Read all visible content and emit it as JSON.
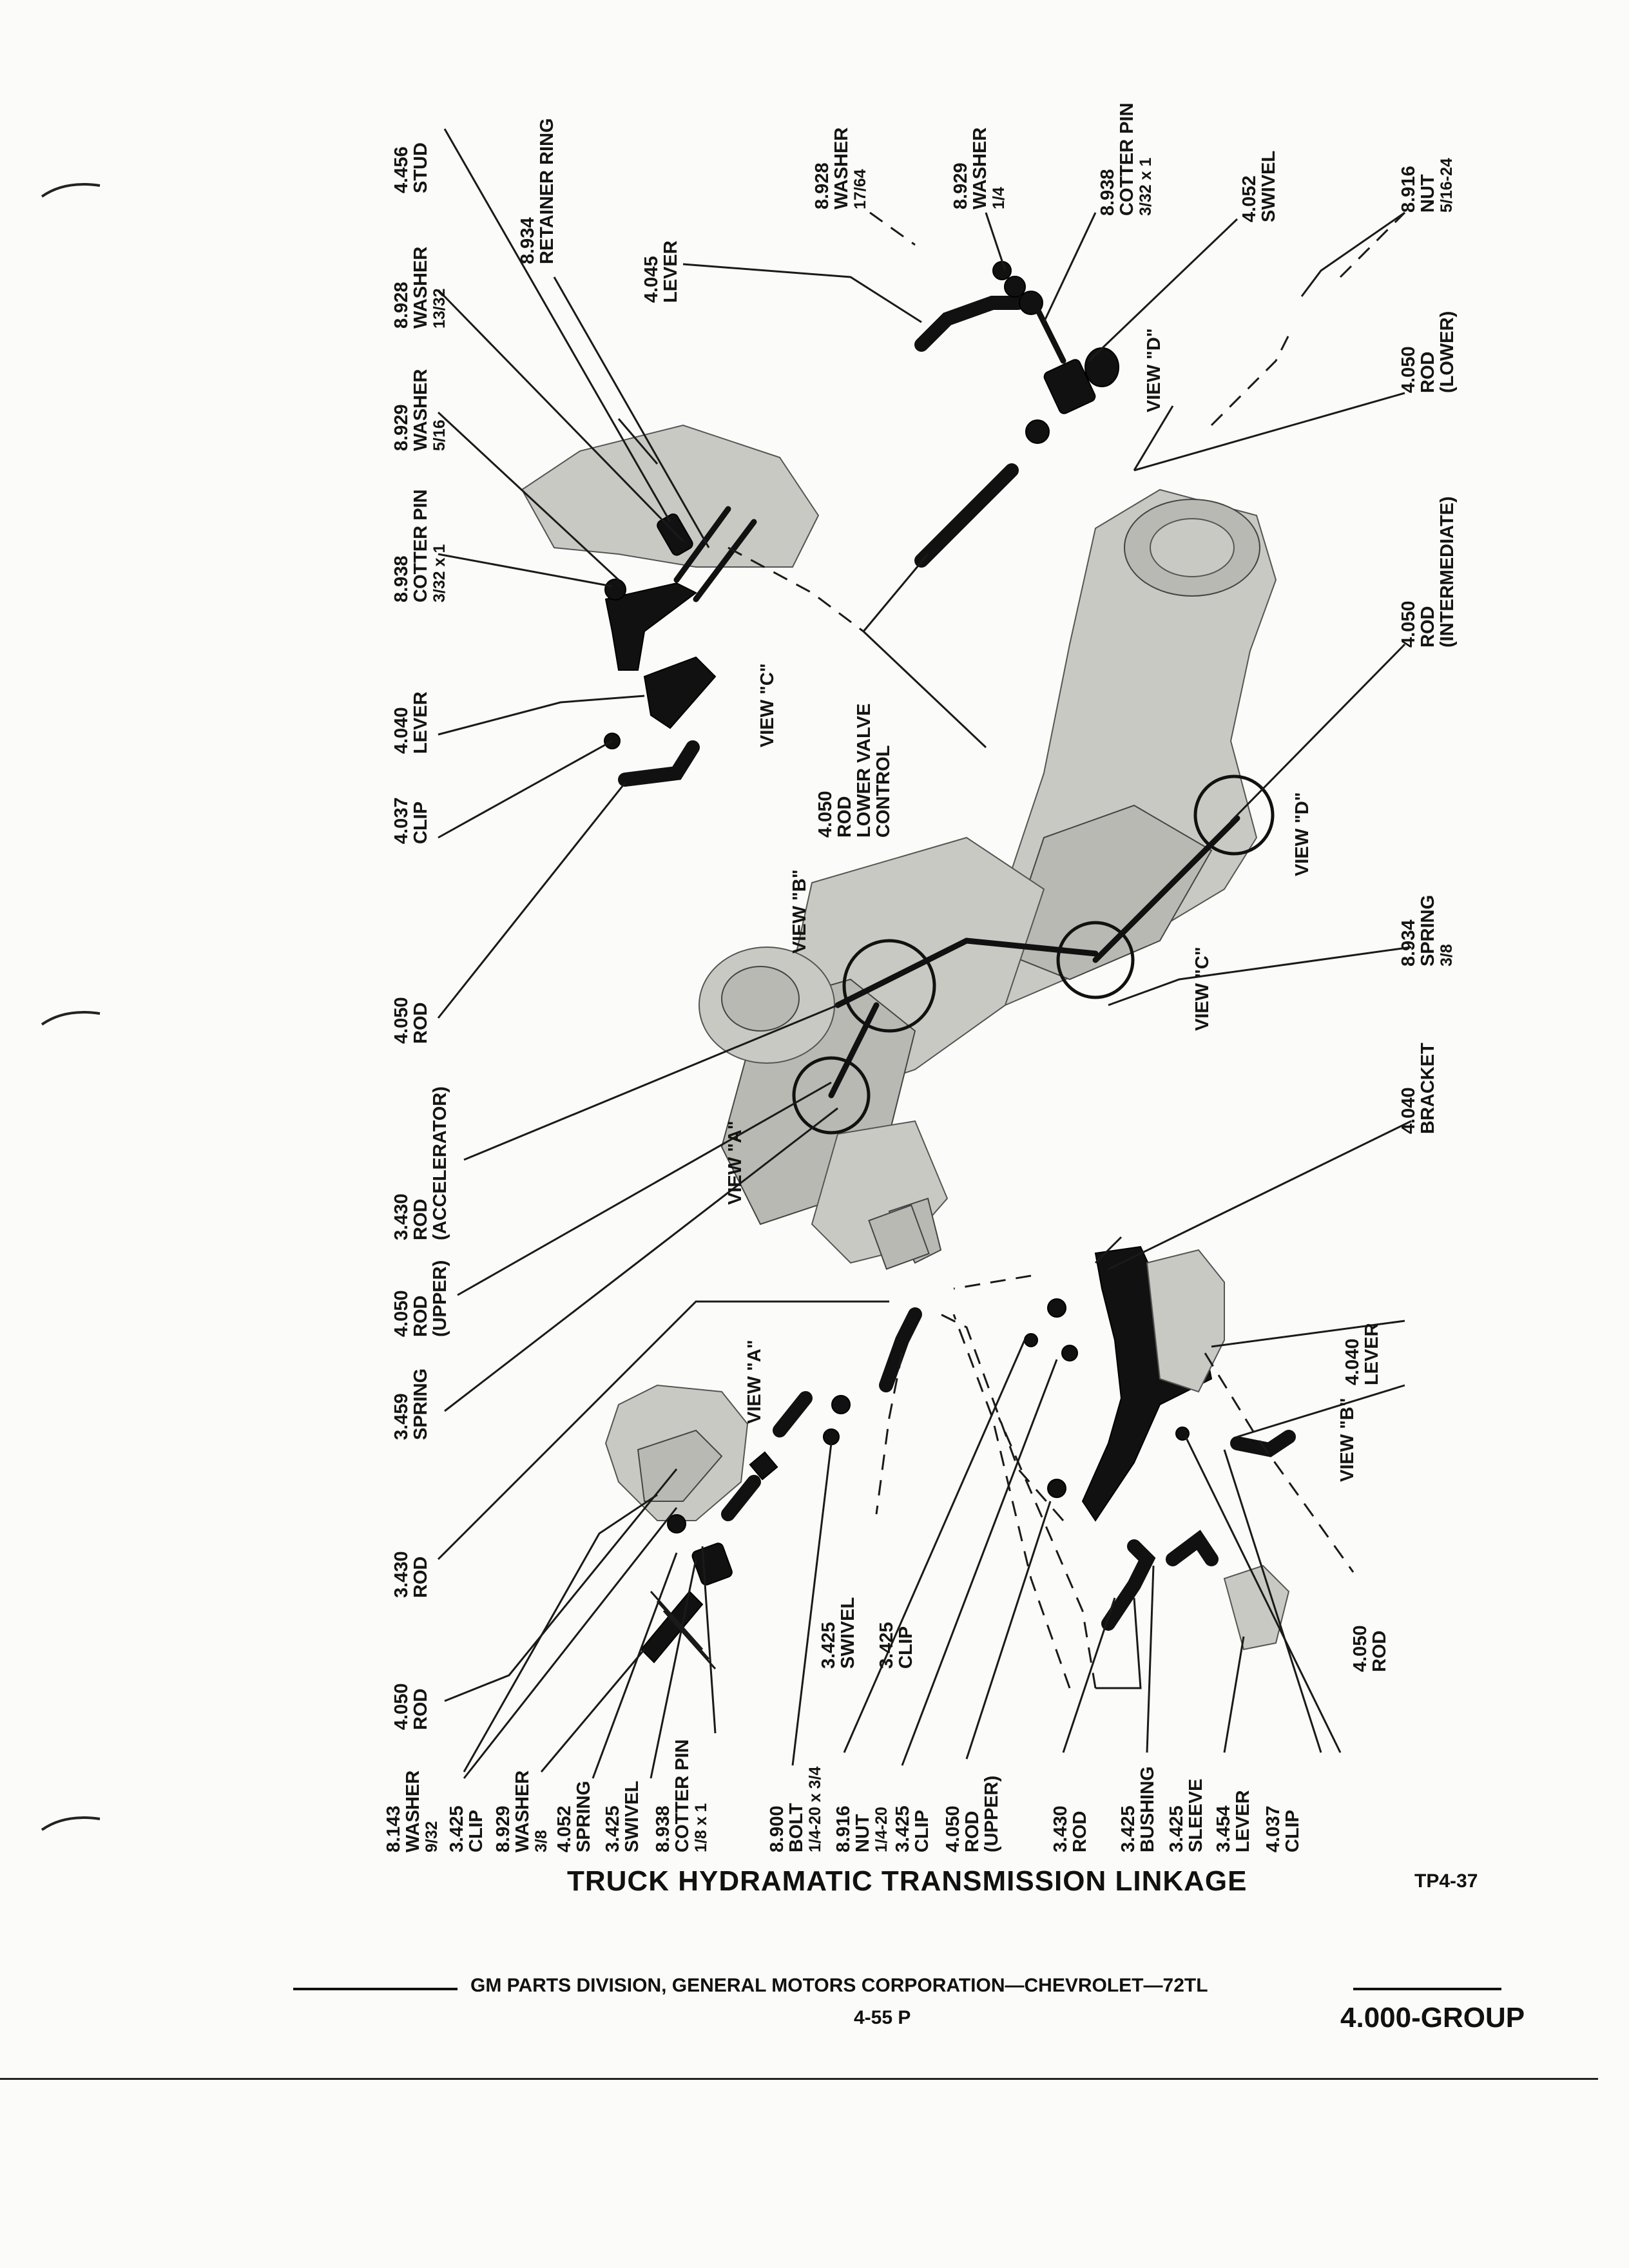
{
  "figure": {
    "title": "TRUCK HYDRAMATIC TRANSMISSION LINKAGE",
    "code": "TP4-37"
  },
  "footer": {
    "corporation": "GM PARTS DIVISION, GENERAL MOTORS CORPORATION—CHEVROLET—72TL",
    "page": "4-55 P",
    "group": "4.000-GROUP"
  },
  "views": {
    "a": "VIEW \"A\"",
    "b": "VIEW \"B\"",
    "c": "VIEW \"C\"",
    "d": "VIEW \"D\""
  },
  "top_callouts": [
    {
      "num": "4.456",
      "name": "STUD",
      "size": ""
    },
    {
      "num": "8.928",
      "name": "WASHER",
      "size": "13/32"
    },
    {
      "num": "8.934",
      "name": "RETAINER RING",
      "size": ""
    },
    {
      "num": "8.929",
      "name": "WASHER",
      "size": "5/16"
    },
    {
      "num": "8.938",
      "name": "COTTER PIN",
      "size": "3/32 x 1"
    },
    {
      "num": "4.040",
      "name": "LEVER",
      "size": ""
    },
    {
      "num": "4.037",
      "name": "CLIP",
      "size": ""
    },
    {
      "num": "4.050",
      "name": "ROD",
      "size": ""
    },
    {
      "num": "3.430",
      "name": "ROD",
      "size": "(ACCELERATOR)"
    },
    {
      "num": "4.050",
      "name": "ROD",
      "size": "(UPPER)"
    },
    {
      "num": "3.459",
      "name": "SPRING",
      "size": ""
    },
    {
      "num": "3.430",
      "name": "ROD",
      "size": ""
    },
    {
      "num": "4.050",
      "name": "ROD",
      "size": ""
    }
  ],
  "mid_callouts": [
    {
      "num": "4.045",
      "name": "LEVER",
      "size": ""
    },
    {
      "num": "8.928",
      "name": "WASHER",
      "size": "17/64"
    },
    {
      "num": "8.929",
      "name": "WASHER",
      "size": "1/4"
    },
    {
      "num": "8.938",
      "name": "COTTER PIN",
      "size": "3/32 x 1"
    },
    {
      "num": "4.052",
      "name": "SWIVEL",
      "size": ""
    },
    {
      "num": "8.916",
      "name": "NUT",
      "size": "5/16-24"
    },
    {
      "num": "4.050",
      "name": "ROD",
      "size": "(LOWER)"
    },
    {
      "num": "4.050",
      "name": "ROD",
      "size": "(INTERMEDIATE)"
    },
    {
      "num": "4.050",
      "name": "ROD",
      "size": "LOWER VALVE",
      "extra": "CONTROL"
    },
    {
      "num": "8.934",
      "name": "SPRING",
      "size": "3/8"
    },
    {
      "num": "4.040",
      "name": "BRACKET",
      "size": ""
    },
    {
      "num": "4.040",
      "name": "LEVER",
      "size": ""
    },
    {
      "num": "4.050",
      "name": "ROD",
      "size": ""
    },
    {
      "num": "3.425",
      "name": "SWIVEL",
      "size": ""
    },
    {
      "num": "3.425",
      "name": "CLIP",
      "size": ""
    }
  ],
  "bottom_callouts": [
    {
      "num": "8.143",
      "name": "WASHER",
      "size": "9/32"
    },
    {
      "num": "3.425",
      "name": "CLIP",
      "size": ""
    },
    {
      "num": "8.929",
      "name": "WASHER",
      "size": "3/8"
    },
    {
      "num": "4.052",
      "name": "SPRING",
      "size": ""
    },
    {
      "num": "3.425",
      "name": "SWIVEL",
      "size": ""
    },
    {
      "num": "8.938",
      "name": "COTTER PIN",
      "size": "1/8 x 1"
    },
    {
      "num": "8.900",
      "name": "BOLT",
      "size": "1/4-20 x 3/4"
    },
    {
      "num": "8.916",
      "name": "NUT",
      "size": "1/4-20"
    },
    {
      "num": "3.425",
      "name": "CLIP",
      "size": ""
    },
    {
      "num": "4.050",
      "name": "ROD",
      "size": "(UPPER)"
    },
    {
      "num": "3.430",
      "name": "ROD",
      "size": ""
    },
    {
      "num": "3.425",
      "name": "BUSHING",
      "size": ""
    },
    {
      "num": "3.425",
      "name": "SLEEVE",
      "size": ""
    },
    {
      "num": "3.454",
      "name": "LEVER",
      "size": ""
    },
    {
      "num": "4.037",
      "name": "CLIP",
      "size": ""
    }
  ]
}
